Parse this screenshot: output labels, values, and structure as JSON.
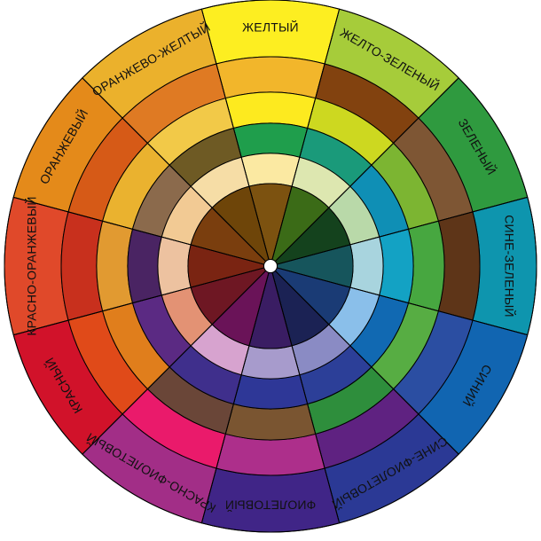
{
  "wheel": {
    "hues": [
      {
        "key": "yellow",
        "label": "ЖЕЛТЫЙ",
        "rings": [
          "#FDEE21",
          "#F2B62B",
          "#FDEA1F",
          "#1F9E4C",
          "#FBE9A2",
          "#7C5210"
        ]
      },
      {
        "key": "yellow-green",
        "label": "ЖЕЛТО-ЗЕЛЕНЫЙ",
        "rings": [
          "#A6CC3A",
          "#82420F",
          "#CDD820",
          "#1A9A7A",
          "#DDE7B0",
          "#3B6B17"
        ]
      },
      {
        "key": "green",
        "label": "ЗЕЛЕНЫЙ",
        "rings": [
          "#2F9A3F",
          "#7E5634",
          "#7CB532",
          "#0F8FB5",
          "#B9D9A9",
          "#14421D"
        ]
      },
      {
        "key": "blue-green",
        "label": "СИНЕ-ЗЕЛЕНЫЙ",
        "rings": [
          "#0E95AE",
          "#5E3518",
          "#47A740",
          "#13A2C4",
          "#A8D4DE",
          "#16555C"
        ]
      },
      {
        "key": "blue",
        "label": "СИНИЙ",
        "rings": [
          "#1165B1",
          "#2B4EA2",
          "#57AD43",
          "#1169B2",
          "#8ABFEA",
          "#1A3B75"
        ]
      },
      {
        "key": "blue-violet",
        "label": "СИНЕ-ФИОЛЕТОВЫЙ",
        "rings": [
          "#2B3995",
          "#5F2281",
          "#2E8E3C",
          "#2C3F98",
          "#8A8BC4",
          "#1B2254"
        ]
      },
      {
        "key": "violet",
        "label": "ФИОЛЕТОВЫЙ",
        "rings": [
          "#402587",
          "#AD2F8B",
          "#7A5531",
          "#2E3797",
          "#A79BCC",
          "#3A1D63"
        ]
      },
      {
        "key": "red-violet",
        "label": "КРАСНО-ФИОЛЕТОВЫЙ",
        "rings": [
          "#A22E87",
          "#EA1A6B",
          "#6A4638",
          "#3F2F8C",
          "#D7A3CF",
          "#6A1358"
        ]
      },
      {
        "key": "red",
        "label": "КРАСНЫЙ",
        "rings": [
          "#D1122A",
          "#E04A19",
          "#E07E1C",
          "#5B2A83",
          "#E39274",
          "#6E1723"
        ]
      },
      {
        "key": "red-orange",
        "label": "КРАСНО-ОРАНЖЕВЫЙ",
        "rings": [
          "#E0492A",
          "#C8301D",
          "#E19A31",
          "#4A2463",
          "#EDC2A0",
          "#7A2412"
        ]
      },
      {
        "key": "orange",
        "label": "ОРАНЖЕВЫЙ",
        "rings": [
          "#E48A1A",
          "#D65A17",
          "#EAB22F",
          "#8B6A4C",
          "#F2CA94",
          "#7A3E0E"
        ]
      },
      {
        "key": "orange-yellow",
        "label": "ОРАНЖЕВО-ЖЕЛТЫЙ",
        "rings": [
          "#EBB12C",
          "#DF7A23",
          "#F2C948",
          "#6E5A24",
          "#F6DDA6",
          "#6E4509"
        ]
      }
    ]
  }
}
